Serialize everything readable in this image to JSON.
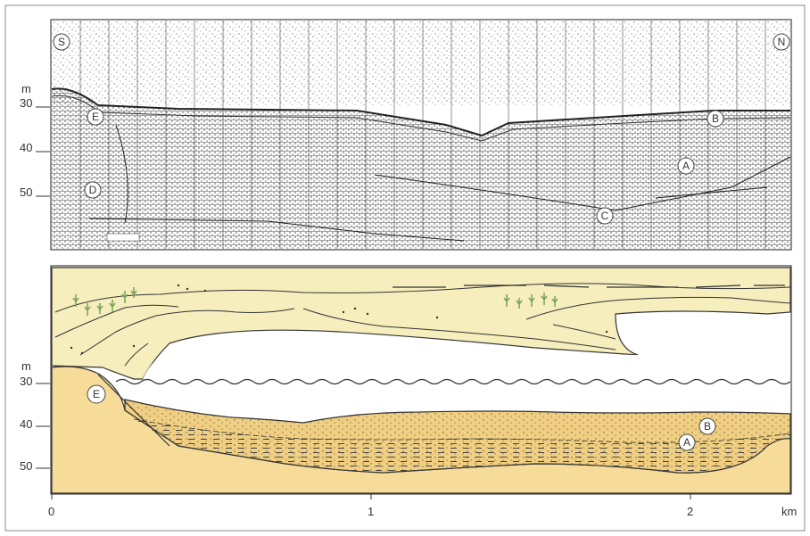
{
  "upper_panel": {
    "direction_left": "S",
    "direction_right": "N",
    "depth_unit": "m",
    "depth_ticks": [
      "30",
      "40",
      "50"
    ],
    "markers": {
      "e": "E",
      "d": "D",
      "b": "B",
      "a": "A",
      "c": "C"
    }
  },
  "lower_panel": {
    "depth_unit": "m",
    "depth_ticks": [
      "30",
      "40",
      "50"
    ],
    "markers": {
      "e": "E",
      "b": "B",
      "a": "A"
    },
    "x_ticks": [
      "0",
      "1",
      "2"
    ],
    "x_unit": "km"
  },
  "colors": {
    "sediment_light": "#f6eebd",
    "sediment_bedrock": "#f7dc99",
    "sediment_sand": "#f0cf82",
    "vegetation": "#7aa05a",
    "frame": "#666666"
  }
}
